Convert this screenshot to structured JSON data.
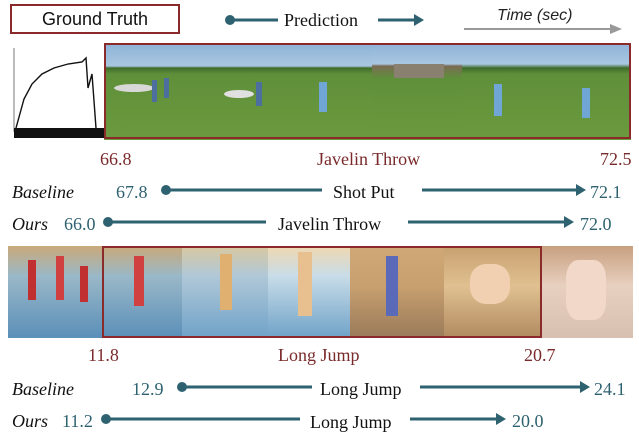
{
  "legend": {
    "ground_truth_label": "Ground Truth",
    "prediction_label": "Prediction",
    "time_label": "Time (sec)"
  },
  "colors": {
    "ground_truth": "#8b2a2a",
    "prediction": "#2e6270",
    "time_arrow": "#999999"
  },
  "example1": {
    "gt_start": "66.8",
    "gt_label": "Javelin Throw",
    "gt_end": "72.5",
    "baseline": {
      "method": "Baseline",
      "start": "67.8",
      "label": "Shot Put",
      "end": "72.1"
    },
    "ours": {
      "method": "Ours",
      "start": "66.0",
      "label": "Javelin Throw",
      "end": "72.0"
    }
  },
  "example2": {
    "gt_start": "11.8",
    "gt_label": "Long Jump",
    "gt_end": "20.7",
    "baseline": {
      "method": "Baseline",
      "start": "12.9",
      "label": "Long Jump",
      "end": "24.1"
    },
    "ours": {
      "method": "Ours",
      "start": "11.2",
      "label": "Long Jump",
      "end": "20.0"
    }
  }
}
